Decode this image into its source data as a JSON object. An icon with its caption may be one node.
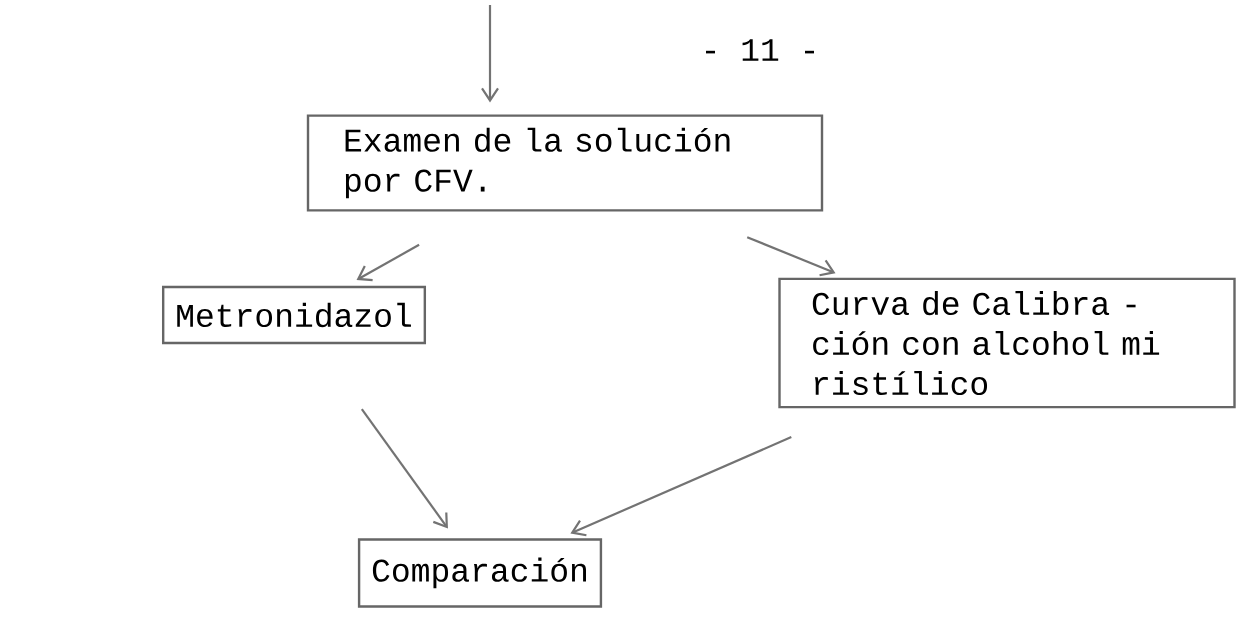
{
  "diagram": {
    "nodes": [
      {
        "text": [
          "Examen de la solución por CFV."
        ]
      },
      {
        "text": [
          "Metronidazol"
        ]
      },
      {
        "text": [
          "Curva de Calibra - ción con alcohol mi ristílico"
        ]
      },
      {
        "text": [
          "Comparación"
        ]
      }
    ],
    "edges": [
      {
        "from": null,
        "to": 0,
        "arrow": "to"
      },
      {
        "from": 0,
        "to": 1,
        "arrow": "to"
      },
      {
        "from": 0,
        "to": 2,
        "arrow": "to"
      },
      {
        "from": 1,
        "to": 3,
        "arrow": "to"
      },
      {
        "from": 2,
        "to": 3,
        "arrow": "to"
      }
    ],
    "labels": [
      "- 11 -"
    ]
  }
}
